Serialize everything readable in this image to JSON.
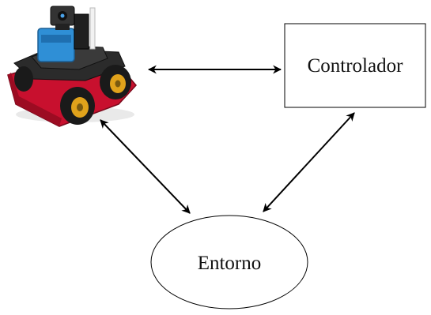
{
  "diagram": {
    "nodes": {
      "robot": {
        "label": "",
        "icon": "mobile-robot-icon"
      },
      "controller": {
        "label": "Controlador",
        "shape": "rectangle"
      },
      "environment": {
        "label": "Entorno",
        "shape": "ellipse"
      }
    },
    "edges": [
      {
        "from": "robot",
        "to": "controller",
        "direction": "bidirectional"
      },
      {
        "from": "robot",
        "to": "environment",
        "direction": "bidirectional"
      },
      {
        "from": "controller",
        "to": "environment",
        "direction": "bidirectional"
      }
    ],
    "colors": {
      "line": "#000000",
      "robot_chassis": "#c8102e",
      "robot_wheels": "#1a1a1a",
      "robot_hubs": "#e0a21b",
      "robot_sensor": "#2f8fd6",
      "robot_deck": "#2b2b2b"
    }
  }
}
